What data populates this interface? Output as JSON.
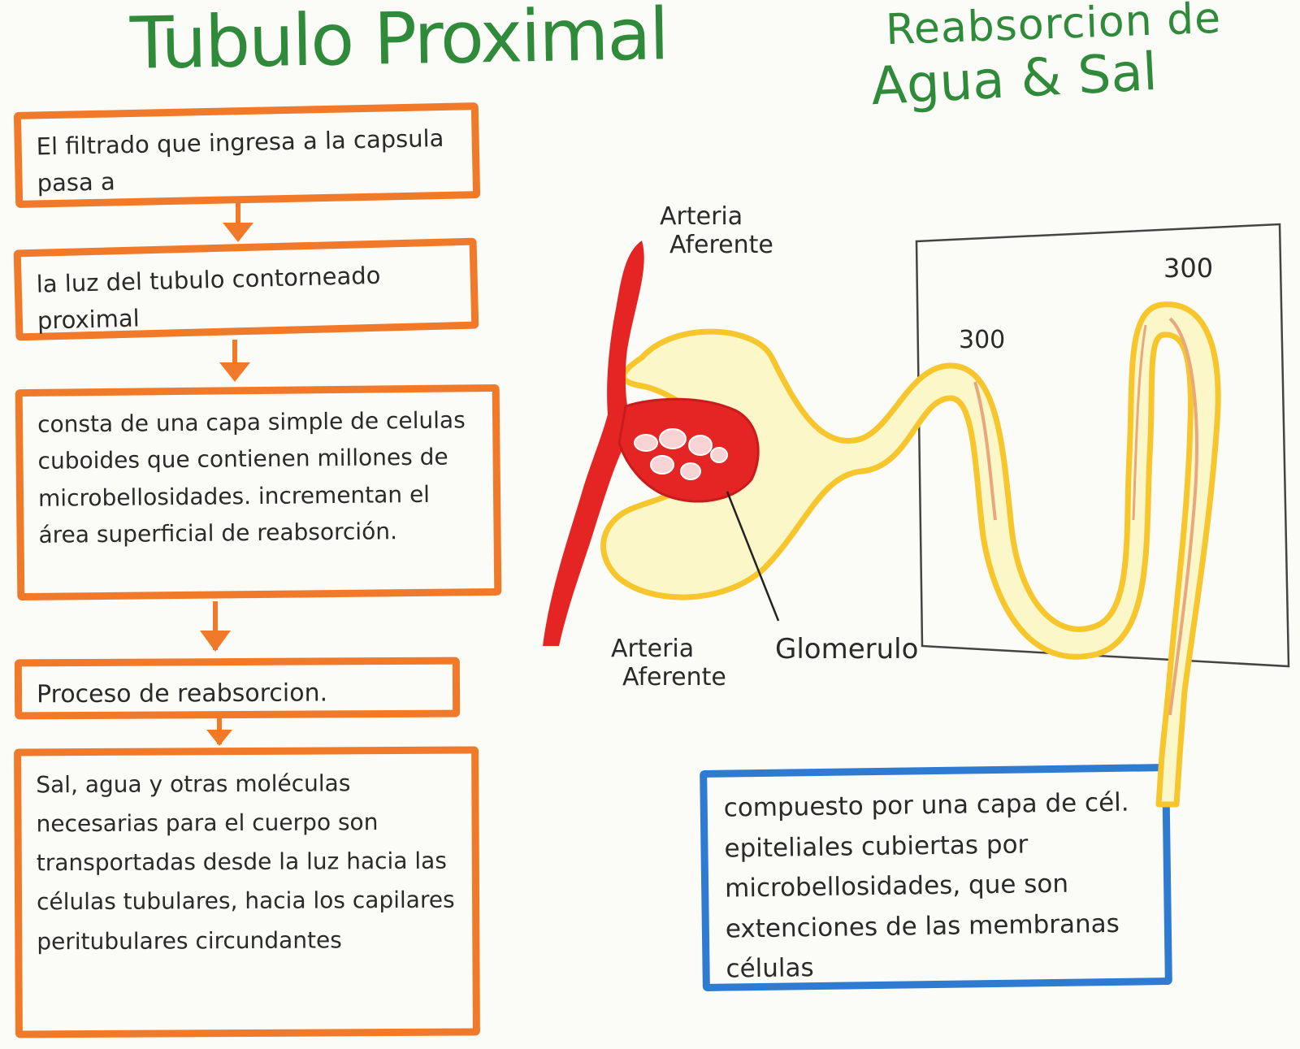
{
  "titles": {
    "main": "Tubulo Proximal",
    "side_line1": "Reabsorcion de",
    "side_line2": "Agua & Sal"
  },
  "flow_boxes": [
    "El filtrado que ingresa a la capsula pasa a",
    "la luz del tubulo contorneado proximal",
    "consta de una capa simple de celulas cuboides que contienen millones de microbellosidades. incrementan el área superficial de reabsorción.",
    "Proceso de reabsorcion.",
    "Sal, agua y otras moléculas necesarias para el cuerpo son transportadas desde la luz hacia las células tubulares, hacia los capilares peritubulares circundantes"
  ],
  "blue_note": "compuesto por una capa de cél. epiteliales cubiertas por microbellosidades, que son extenciones de las membranas células",
  "diagram_labels": {
    "arteria_top_line1": "Arteria",
    "arteria_top_line2": "Aferente",
    "arteria_bottom_line1": "Arteria",
    "arteria_bottom_line2": "Aferente",
    "glomerulo": "Glomerulo",
    "osm_left": "300",
    "osm_right": "300"
  },
  "colors": {
    "title_green": "#2f8a3a",
    "flow_orange": "#f07a2a",
    "note_blue": "#2f7bd2",
    "artery_red": "#e52424",
    "tubule_yellow": "#f6c62c",
    "tubule_fill": "#fbf7c8"
  }
}
